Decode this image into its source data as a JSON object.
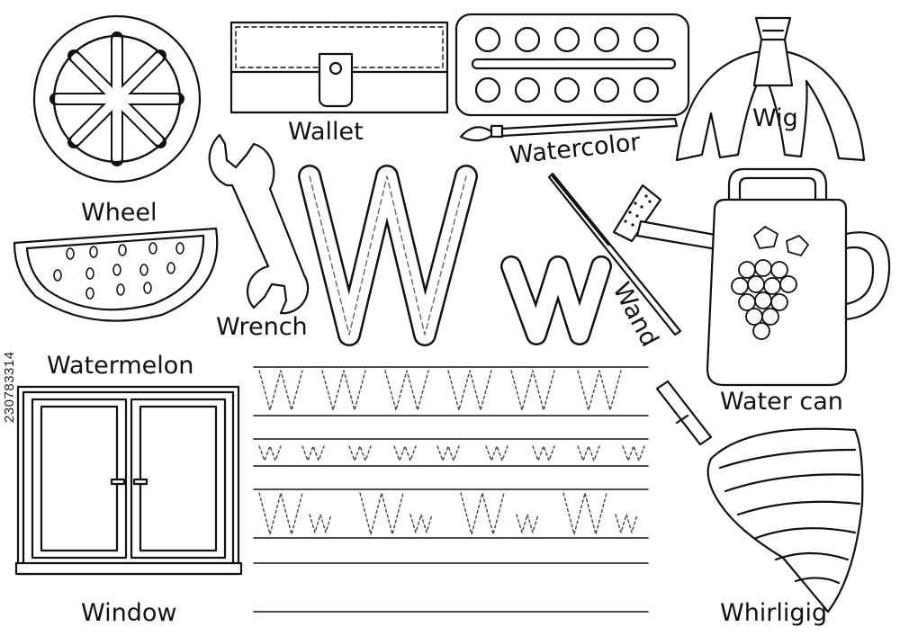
{
  "worksheet": {
    "letter_upper": "W",
    "letter_lower": "w",
    "stock_id": "230783314"
  },
  "labels": {
    "wheel": "Wheel",
    "wallet": "Wallet",
    "watercolor": "Watercolor",
    "wig": "Wig",
    "wrench": "Wrench",
    "watermelon": "Watermelon",
    "wand": "Wand",
    "water_can": "Water can",
    "window": "Window",
    "whirligig": "Whirligig"
  },
  "tracing_rows": [
    {
      "pattern": [
        "W",
        "W",
        "W",
        "W",
        "W",
        "W"
      ]
    },
    {
      "pattern": [
        "w",
        "w",
        "w",
        "w",
        "w",
        "w",
        "w",
        "w",
        "w"
      ]
    },
    {
      "pattern": [
        "W",
        "w",
        "W",
        "w",
        "W",
        "w",
        "W",
        "w"
      ]
    }
  ],
  "colors": {
    "ink": "#111111",
    "fill": "#ffffff",
    "trace": "#444444"
  }
}
